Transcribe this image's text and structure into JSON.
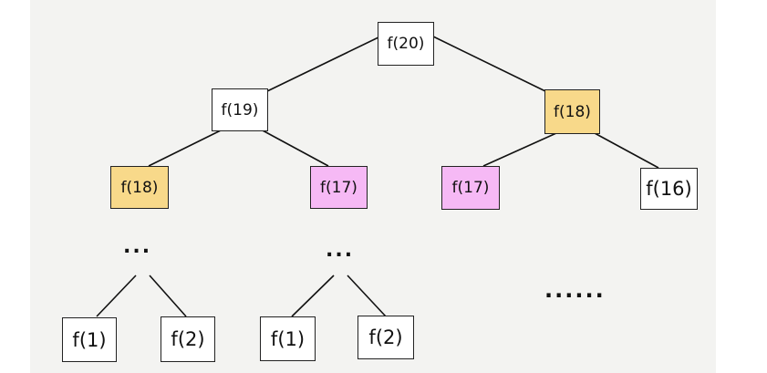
{
  "colors": {
    "repeat_18": "#f8d98a",
    "repeat_17": "#f6b9f5",
    "plain": "#ffffff"
  },
  "nodes": {
    "root": "f(20)",
    "l1_left": "f(19)",
    "l1_right": "f(18)",
    "l2_a": "f(18)",
    "l2_b": "f(17)",
    "l2_c": "f(17)",
    "l2_d": "f(16)",
    "leaf_a1": "f(1)",
    "leaf_a2": "f(2)",
    "leaf_b1": "f(1)",
    "leaf_b2": "f(2)"
  },
  "ellipsis": {
    "short": "...",
    "long": "......"
  }
}
